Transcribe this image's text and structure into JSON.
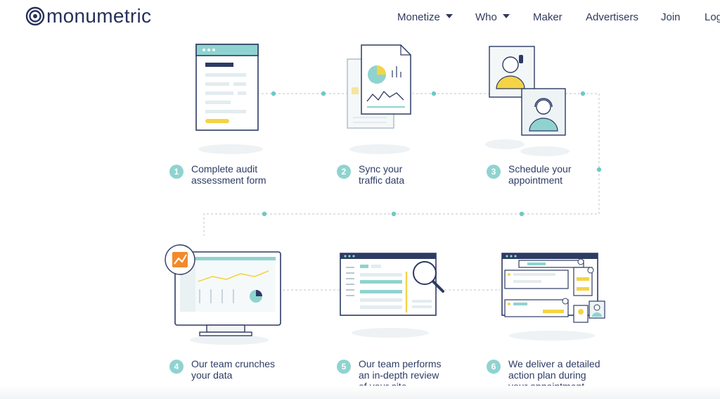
{
  "header": {
    "logo_text": "monumetric",
    "nav": [
      {
        "label": "Monetize",
        "has_dropdown": true
      },
      {
        "label": "Who",
        "has_dropdown": true
      },
      {
        "label": "Maker",
        "has_dropdown": false
      },
      {
        "label": "Advertisers",
        "has_dropdown": false
      },
      {
        "label": "Join",
        "has_dropdown": false
      },
      {
        "label": "Log",
        "has_dropdown": false
      }
    ]
  },
  "colors": {
    "navy": "#27305b",
    "teal": "#8fd3d0",
    "teal_dark": "#5bbfbe",
    "yellow": "#f4d445",
    "orange": "#f08a2c",
    "line_gray": "#c9d0d6"
  },
  "steps": [
    {
      "number": "1",
      "line1": "Complete audit",
      "line2": "assessment form",
      "line3": ""
    },
    {
      "number": "2",
      "line1": "Sync your",
      "line2": "traffic data",
      "line3": ""
    },
    {
      "number": "3",
      "line1": "Schedule your",
      "line2": "appointment",
      "line3": ""
    },
    {
      "number": "4",
      "line1": "Our team crunches",
      "line2": "your data",
      "line3": ""
    },
    {
      "number": "5",
      "line1": "Our team performs",
      "line2": "an in-depth review",
      "line3": "of your site"
    },
    {
      "number": "6",
      "line1": "We deliver a detailed",
      "line2": "action plan during",
      "line3": "your appointment"
    }
  ]
}
